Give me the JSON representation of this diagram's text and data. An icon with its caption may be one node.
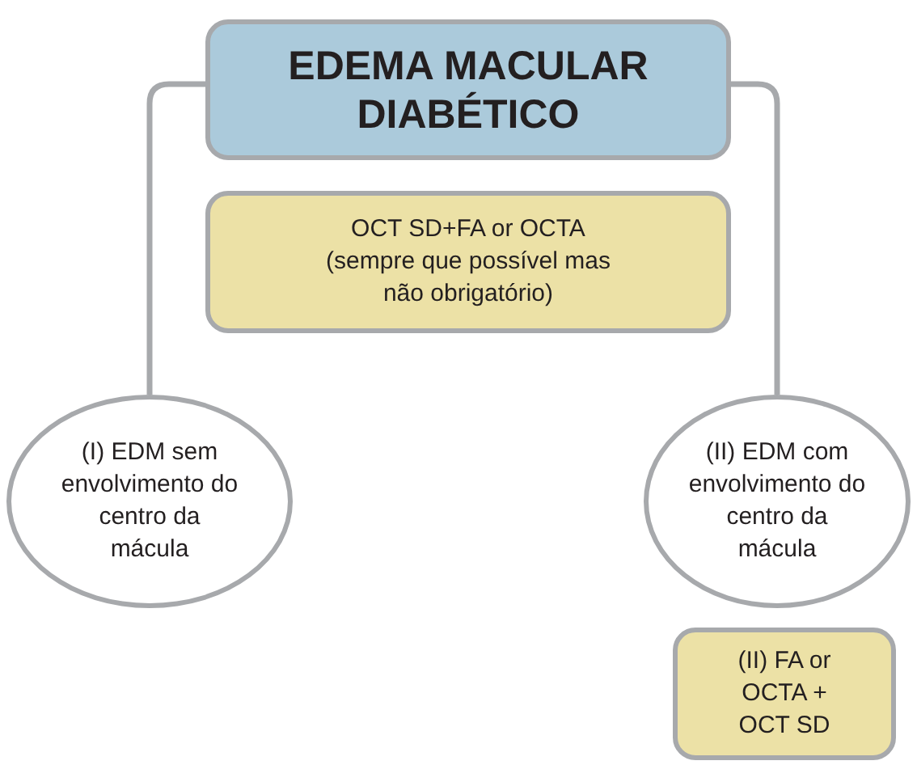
{
  "diagram": {
    "nodes": [
      {
        "text": [
          "EDEMA MACULAR DIABÉTICO"
        ]
      },
      {
        "text": [
          "OCT SD+FA or OCTA (sempre que possível mas não obrigatório)"
        ]
      },
      {
        "text": [
          "(I) EDM sem envolvimento do centro da mácula"
        ]
      },
      {
        "text": [
          "(II) EDM com envolvimento do centro da mácula"
        ]
      },
      {
        "text": [
          "(II) FA or OCTA + OCT SD"
        ]
      }
    ],
    "edges": [
      {
        "from": 0,
        "to": 2,
        "arrow": "none"
      },
      {
        "from": 0,
        "to": 3,
        "arrow": "none"
      }
    ]
  }
}
